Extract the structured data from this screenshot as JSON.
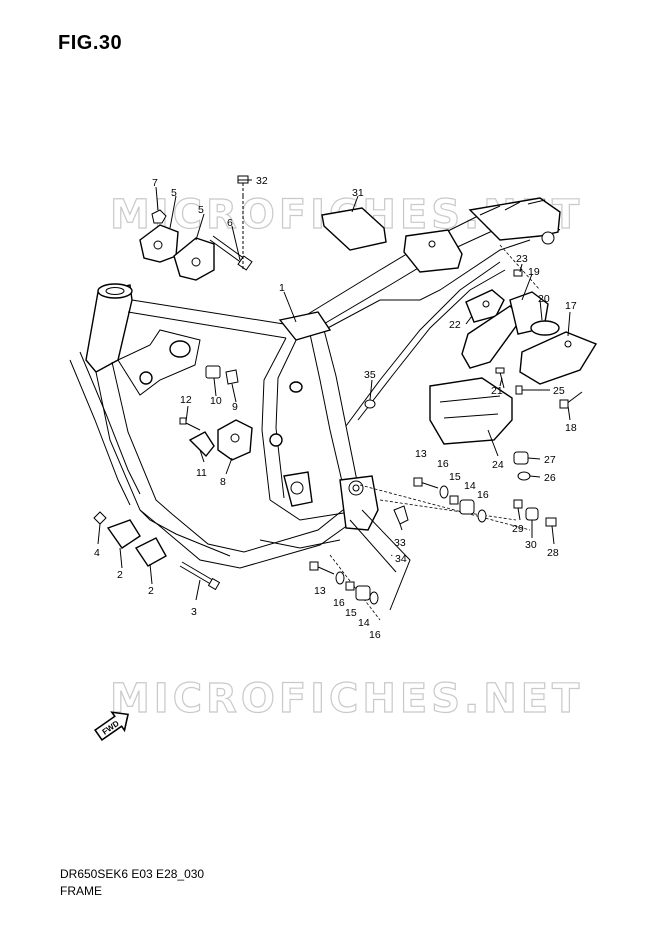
{
  "header": {
    "figure": "FIG.30"
  },
  "footer": {
    "code": "DR650SEK6 E03 E28_030",
    "name": "FRAME"
  },
  "watermark": {
    "text": "MICROFICHES.NET"
  },
  "fwd_arrow": {
    "label": "FWD"
  },
  "callouts": {
    "c32": "32",
    "c31": "31",
    "c7": "7",
    "c5a": "5",
    "c5b": "5",
    "c6": "6",
    "c1": "1",
    "c23": "23",
    "c19": "19",
    "c20": "20",
    "c17": "17",
    "c22": "22",
    "c35": "35",
    "c10": "10",
    "c9": "9",
    "c12": "12",
    "c11": "11",
    "c8": "8",
    "c21": "21",
    "c25": "25",
    "c18": "18",
    "c13a": "13",
    "c16a": "16",
    "c15a": "15",
    "c14a": "14",
    "c16b": "16",
    "c24": "24",
    "c27": "27",
    "c26": "26",
    "c29": "29",
    "c30": "30",
    "c28": "28",
    "c4": "4",
    "c2a": "2",
    "c2b": "2",
    "c3": "3",
    "c33": "33",
    "c34": "34",
    "c13b": "13",
    "c16c": "16",
    "c15b": "15",
    "c14b": "14",
    "c16d": "16"
  }
}
